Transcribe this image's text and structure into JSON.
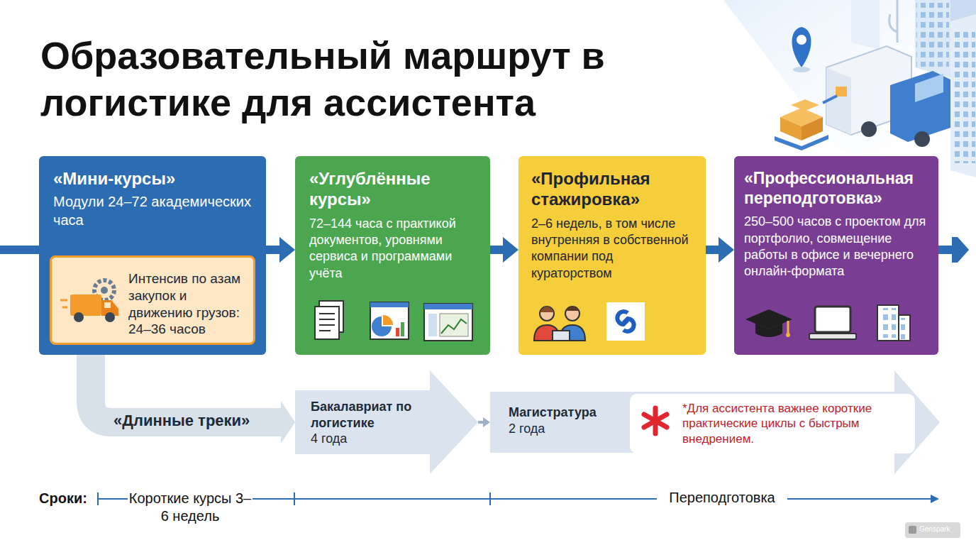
{
  "diagram": {
    "title": "Образовательный маршрут в логистике для ассистента",
    "nodes": [
      {
        "text": [
          "«Мини-курсы»",
          "Модули 24–72 академических часа"
        ]
      },
      {
        "text": [
          "Интенсив по азам закупок и движению грузов: 24–36 часов"
        ],
        "in": 0
      },
      {
        "text": [
          "«Углублённые курсы»",
          "72–144 часа с практикой документов, уровнями сервиса и программами учёта"
        ]
      },
      {
        "text": [
          "«Профильная стажировка»",
          "2–6 недель, в том числе внутренняя в собственной компании под кураторством"
        ]
      },
      {
        "text": [
          "«Профессиональная переподготовка»",
          "250–500 часов с проектом для портфолио, совмещение работы в офисе и вечернего онлайн-формата"
        ]
      },
      {
        "text": [
          "Бакалавриат по логистике",
          "4 года"
        ]
      },
      {
        "text": [
          "Магистратура",
          "2 года"
        ]
      },
      {
        "text": [
          "*Для ассистента важнее короткие практические циклы с быстрым внедрением."
        ],
        "in": 6
      }
    ],
    "edges": [
      {
        "from": 0,
        "to": 2,
        "arrow": "to"
      },
      {
        "from": 2,
        "to": 3,
        "arrow": "to"
      },
      {
        "from": 3,
        "to": 4,
        "arrow": "to"
      },
      {
        "from": 0,
        "to": 5,
        "arrow": "to"
      },
      {
        "from": 5,
        "to": 6,
        "arrow": "to"
      }
    ],
    "labels": [
      "«Длинные треки»",
      "Сроки:",
      "Короткие курсы 3–6 недель",
      "Переподготовка",
      "Genspark"
    ]
  }
}
